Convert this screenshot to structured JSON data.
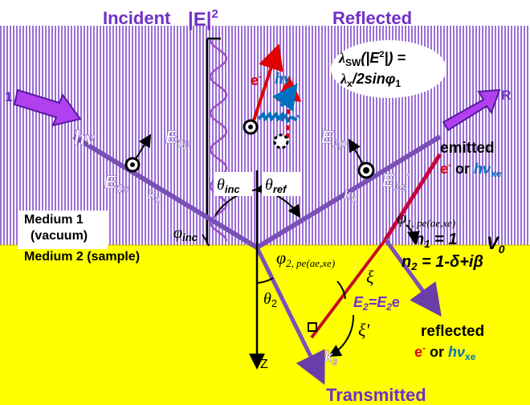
{
  "header": {
    "incident": "Incident",
    "field_intensity": "|E|",
    "field_intensity_exp": "2",
    "reflected": "Reflected",
    "transmitted": "Transmitted"
  },
  "beams": {
    "incident_number": "1",
    "reflected_letter": "R"
  },
  "formula": {
    "lhs_lambda": "λ",
    "lhs_sub": "SW",
    "lhs_paren": "(|E",
    "lhs_sup": "2",
    "lhs_close": "|) =",
    "rhs_lambda": "λ",
    "rhs_sub": "x",
    "rhs_rest": "/2sinφ",
    "rhs_sub2": "1"
  },
  "labels": {
    "hv_incident": "hν",
    "e1p": "E",
    "e1p_sub": "1p",
    "e1s": "E",
    "e1s_sub": "1s",
    "k1": "k",
    "k1_sub": "1",
    "e1p_prime": "E",
    "e1p_prime_sub": "1p",
    "e1p_prime_mark": "'",
    "e1s_prime": "E",
    "e1s_prime_sub": "1s",
    "e1s_prime_mark": "'",
    "k1_prime": "k",
    "k1_prime_sub": "1",
    "k1_prime_mark": "'",
    "theta_inc": "θ",
    "theta_inc_sub": "inc",
    "theta_ref": "θ",
    "theta_ref_sub": "ref",
    "phi_inc": "φ",
    "phi_inc_sub": "inc",
    "phi_1": "φ",
    "phi_1_sub": "1, pe(ae,xe)",
    "phi_2": "φ",
    "phi_2_sub": "2, pe(ae,xe)",
    "theta_2": "θ",
    "theta_2_sub": "2",
    "xi": "ξ",
    "xi_prime": "ξ'",
    "e2": "E",
    "e2_sub": "2",
    "e2_eq": "=E",
    "e2_sub2": "2",
    "e2_e": "e",
    "k2": "k",
    "k2_sub": "2",
    "z_axis": "Z",
    "v0": "V",
    "v0_sub": "0",
    "e_minus": "e",
    "e_minus_sup": "-",
    "hv_em": "hν"
  },
  "media": {
    "medium1_line1": "Medium 1",
    "medium1_line2": "(vacuum)",
    "medium2": "Medium 2 (sample)",
    "n1": "n",
    "n1_sub": "1",
    "n1_val": " = 1",
    "n2": "n",
    "n2_sub": "2",
    "n2_val": " = 1-δ+iβ"
  },
  "emitted": {
    "title": "emitted",
    "e": "e",
    "e_sup": "-",
    "or": " or ",
    "hv": "hν",
    "hv_sub": "xe"
  },
  "reflected_out": {
    "title": "reflected",
    "e": "e",
    "e_sup": "-",
    "or": " or ",
    "hv": "hν",
    "hv_sub": "xe"
  },
  "colors": {
    "sample": "#ffff00",
    "beam": "#7a50b8",
    "arrow": "#a040e0",
    "header": "#7030c8",
    "red": "#e00000",
    "blue": "#0070c0"
  }
}
